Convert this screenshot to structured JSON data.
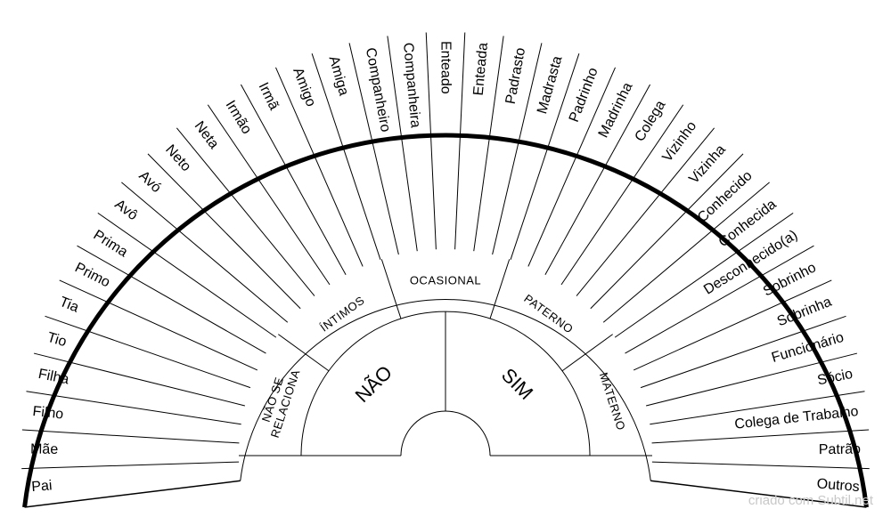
{
  "outer_labels": [
    "Pai",
    "Mãe",
    "Filho",
    "Filha",
    "Tio",
    "Tia",
    "Primo",
    "Prima",
    "Avô",
    "Avó",
    "Neto",
    "Neta",
    "Irmão",
    "Irmã",
    "Amigo",
    "Amiga",
    "Companheiro",
    "Companheira",
    "Enteado",
    "Enteada",
    "Padrasto",
    "Madrasta",
    "Padrinho",
    "Madrinha",
    "Colega",
    "Vizinho",
    "Vizinha",
    "Conhecido",
    "Conhecida",
    "Desconhecido(a)",
    "Sobrinho",
    "Sobrinha",
    "Funcionário",
    "Sócio",
    "Colega de Trabalho",
    "Patrão",
    "Outros"
  ],
  "middle_labels": [
    "NÃO SE RELACIONA",
    "ÍNTIMOS",
    "OCASIONAL",
    "PATERNO",
    "MATERNO"
  ],
  "inner_labels": [
    "NÃO",
    "SIM"
  ],
  "credit": "criado com Subtil.net",
  "colors": {
    "line": "#000000",
    "background": "#ffffff",
    "credit": "#c8c8c8"
  }
}
